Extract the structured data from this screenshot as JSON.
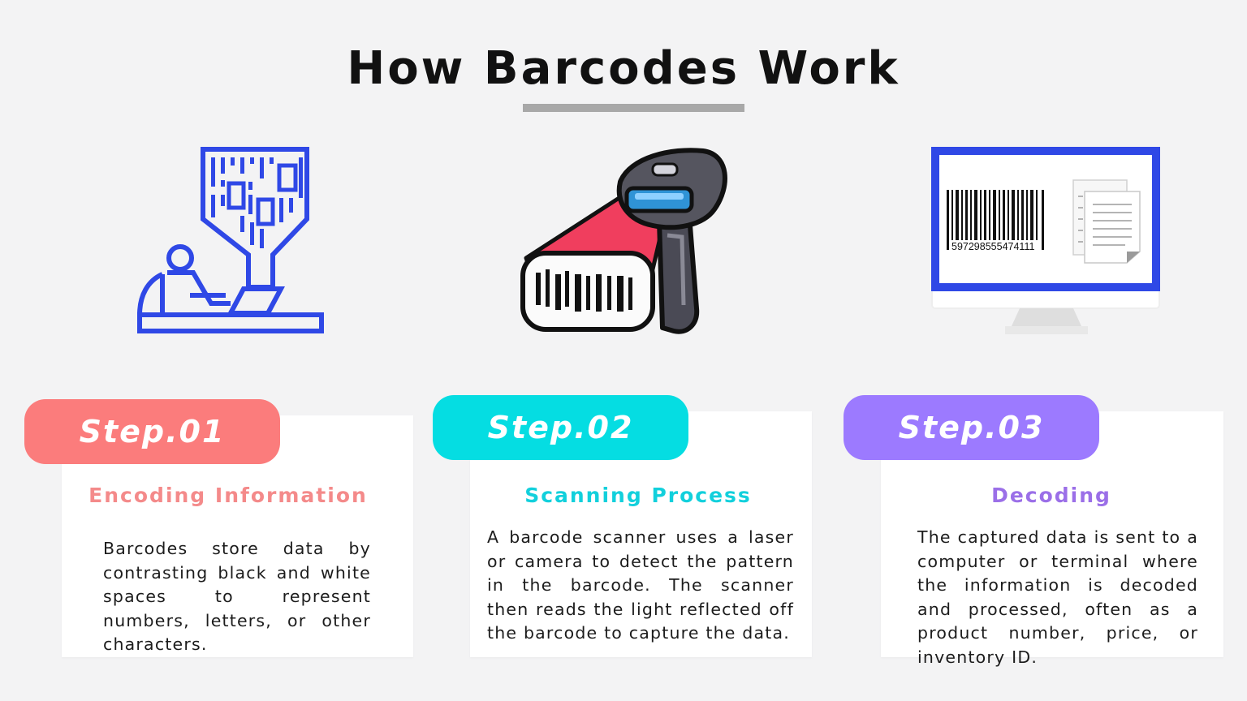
{
  "title": "How Barcodes Work",
  "colors": {
    "step1": "#fb7c7c",
    "step2": "#05dde2",
    "step3": "#9c7aff",
    "icon_blue": "#2f48e6",
    "scanner_beam": "#f03e5e"
  },
  "icons": [
    "data-encoding-icon",
    "barcode-scanner-icon",
    "computer-monitor-barcode-icon"
  ],
  "monitor_barcode_number": "597298555474111",
  "steps": [
    {
      "label": "Step.01",
      "heading": "Encoding Information",
      "body": "Barcodes store data by contrasting black and white spaces to represent numbers, letters, or other characters."
    },
    {
      "label": "Step.02",
      "heading": "Scanning Process",
      "body": "A barcode scanner uses a laser or camera to detect the pattern in the barcode. The scanner then reads the light reflected off the barcode to capture the data."
    },
    {
      "label": "Step.03",
      "heading": "Decoding",
      "body": "The captured data is sent to a computer or terminal where the information is decoded and processed, often as a product number, price, or inventory ID."
    }
  ]
}
